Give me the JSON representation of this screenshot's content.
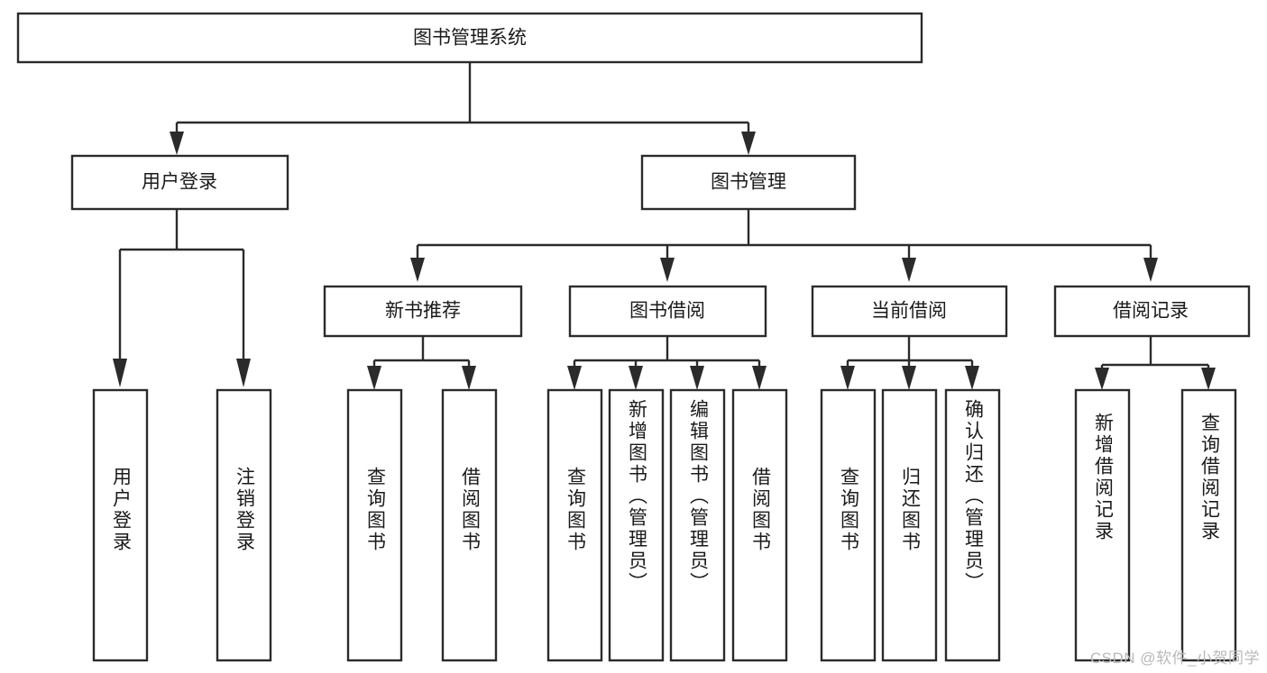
{
  "diagram": {
    "type": "tree-hierarchy",
    "title": "图书管理系统",
    "orientation": "top-down",
    "root": {
      "id": "root",
      "label": "图书管理系统"
    },
    "level2": [
      {
        "id": "user-login",
        "label": "用户登录"
      },
      {
        "id": "book-manage",
        "label": "图书管理"
      }
    ],
    "level3": [
      {
        "id": "new-book-recommend",
        "label": "新书推荐",
        "parent": "book-manage"
      },
      {
        "id": "book-borrow",
        "label": "图书借阅",
        "parent": "book-manage"
      },
      {
        "id": "current-borrow",
        "label": "当前借阅",
        "parent": "book-manage"
      },
      {
        "id": "borrow-record",
        "label": "借阅记录",
        "parent": "book-manage"
      }
    ],
    "leaves": [
      {
        "id": "leaf-user-login",
        "label": "用户登录",
        "parent": "user-login"
      },
      {
        "id": "leaf-user-logout",
        "label": "注销登录",
        "parent": "user-login"
      },
      {
        "id": "leaf-query-book-1",
        "label": "查询图书",
        "parent": "new-book-recommend"
      },
      {
        "id": "leaf-borrow-book-1",
        "label": "借阅图书",
        "parent": "new-book-recommend"
      },
      {
        "id": "leaf-query-book-2",
        "label": "查询图书",
        "parent": "book-borrow"
      },
      {
        "id": "leaf-add-book",
        "label": "新增图书（管理员）",
        "parent": "book-borrow"
      },
      {
        "id": "leaf-edit-book",
        "label": "编辑图书（管理员）",
        "parent": "book-borrow"
      },
      {
        "id": "leaf-borrow-book-2",
        "label": "借阅图书",
        "parent": "book-borrow"
      },
      {
        "id": "leaf-query-book-3",
        "label": "查询图书",
        "parent": "current-borrow"
      },
      {
        "id": "leaf-return-book",
        "label": "归还图书",
        "parent": "current-borrow"
      },
      {
        "id": "leaf-confirm-return",
        "label": "确认归还（管理员）",
        "parent": "current-borrow"
      },
      {
        "id": "leaf-add-record",
        "label": "新增借阅记录",
        "parent": "borrow-record"
      },
      {
        "id": "leaf-query-record",
        "label": "查询借阅记录",
        "parent": "borrow-record"
      }
    ],
    "colors": {
      "stroke": "#2b2b2b",
      "fill": "#ffffff",
      "text": "#1a1a1a",
      "background": "#ffffff",
      "watermark": "#b9b9b9"
    }
  },
  "watermark": {
    "text": "CSDN @软件_小贺同学"
  }
}
